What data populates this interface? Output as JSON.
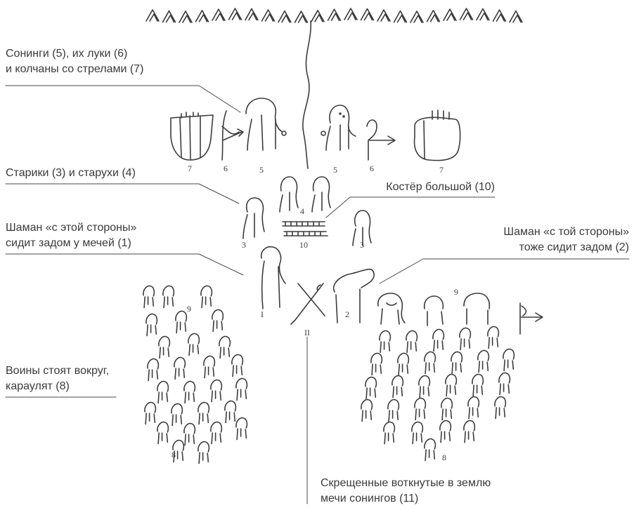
{
  "annotations": {
    "sonings": {
      "line1": "Сонинги (5), их луки (6)",
      "line2": "и колчаны со стрелами (7)"
    },
    "elders": {
      "line1": "Старики (3) и старухи (4)"
    },
    "bonfire": {
      "line1": "Костёр большой (10)"
    },
    "shaman_this_side": {
      "line1": "Шаман «с этой стороны»",
      "line2": "сидит задом у мечей (1)"
    },
    "shaman_that_side": {
      "line1": "Шаман «с той стороны»",
      "line2": "тоже сидит задом (2)"
    },
    "warriors": {
      "line1": "Воины стоят вокруг,",
      "line2": "караулят (8)"
    },
    "swords": {
      "line1": "Скрещенные воткнутые в землю",
      "line2": "мечи сонингов (11)"
    }
  },
  "drawing_numbers": {
    "quiver_left": "7",
    "bow_left": "6",
    "sonin_left": "5",
    "sonin_right": "5",
    "bow_right": "6",
    "quiver_right": "7",
    "elder_left": "3",
    "elder_right": "3",
    "old_women": "4",
    "fire": "10",
    "shaman_1": "I",
    "shaman_2": "2",
    "swords": "II",
    "warriors_left": "8",
    "warriors_right": "8",
    "group_left": "9",
    "group_right": "9"
  },
  "colors": {
    "ink": "#3c3c3c",
    "text": "#3a3a3a",
    "leader": "#4a4a4a",
    "background": "#ffffff"
  }
}
